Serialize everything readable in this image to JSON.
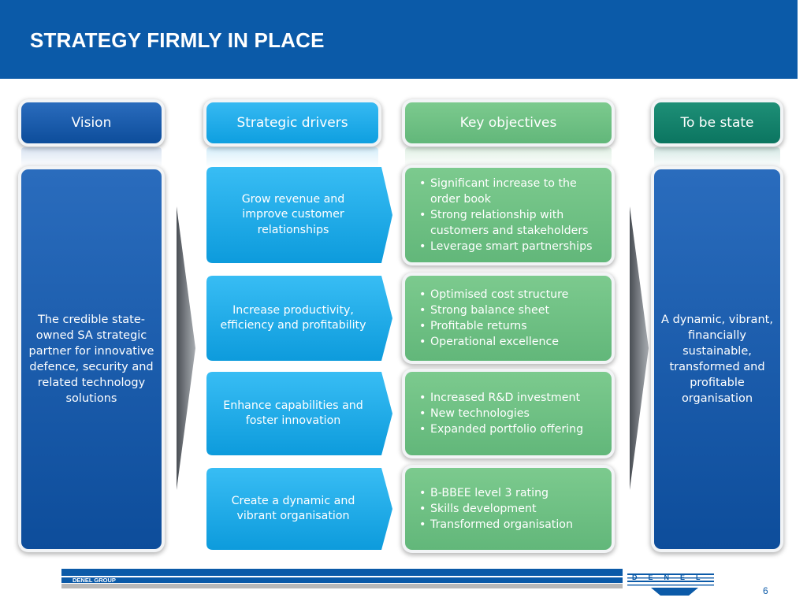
{
  "slide": {
    "title": "STRATEGY FIRMLY IN PLACE",
    "page_number": "6",
    "footer_label": "DENEL GROUP",
    "logo_text": "DENEL"
  },
  "columns": {
    "vision": {
      "header": "Vision",
      "body": "The credible state-owned SA strategic partner for innovative defence, security and related technology solutions"
    },
    "drivers": {
      "header": "Strategic drivers",
      "items": [
        "Grow revenue and improve customer relationships",
        "Increase productivity, efficiency and profitability",
        "Enhance capabilities and foster innovation",
        "Create a dynamic and vibrant organisation"
      ]
    },
    "objectives": {
      "header": "Key objectives",
      "groups": [
        [
          "Significant increase to the order book",
          "Strong relationship with customers and stakeholders",
          "Leverage smart partnerships"
        ],
        [
          "Optimised cost structure",
          "Strong balance sheet",
          "Profitable returns",
          "Operational excellence"
        ],
        [
          "Increased R&D investment",
          "New technologies",
          "Expanded portfolio offering"
        ],
        [
          "B-BBEE level 3 rating",
          "Skills development",
          "Transformed organisation"
        ]
      ]
    },
    "to_be": {
      "header": "To be state",
      "body": "A dynamic, vibrant, financially sustainable, transformed and profitable organisation"
    }
  },
  "colors": {
    "banner": "#0b5aa8",
    "vision_blue": "#0d4d9b",
    "driver_blue": "#0e9fe0",
    "objective_green": "#62b77a",
    "to_be_teal": "#0b7560"
  }
}
